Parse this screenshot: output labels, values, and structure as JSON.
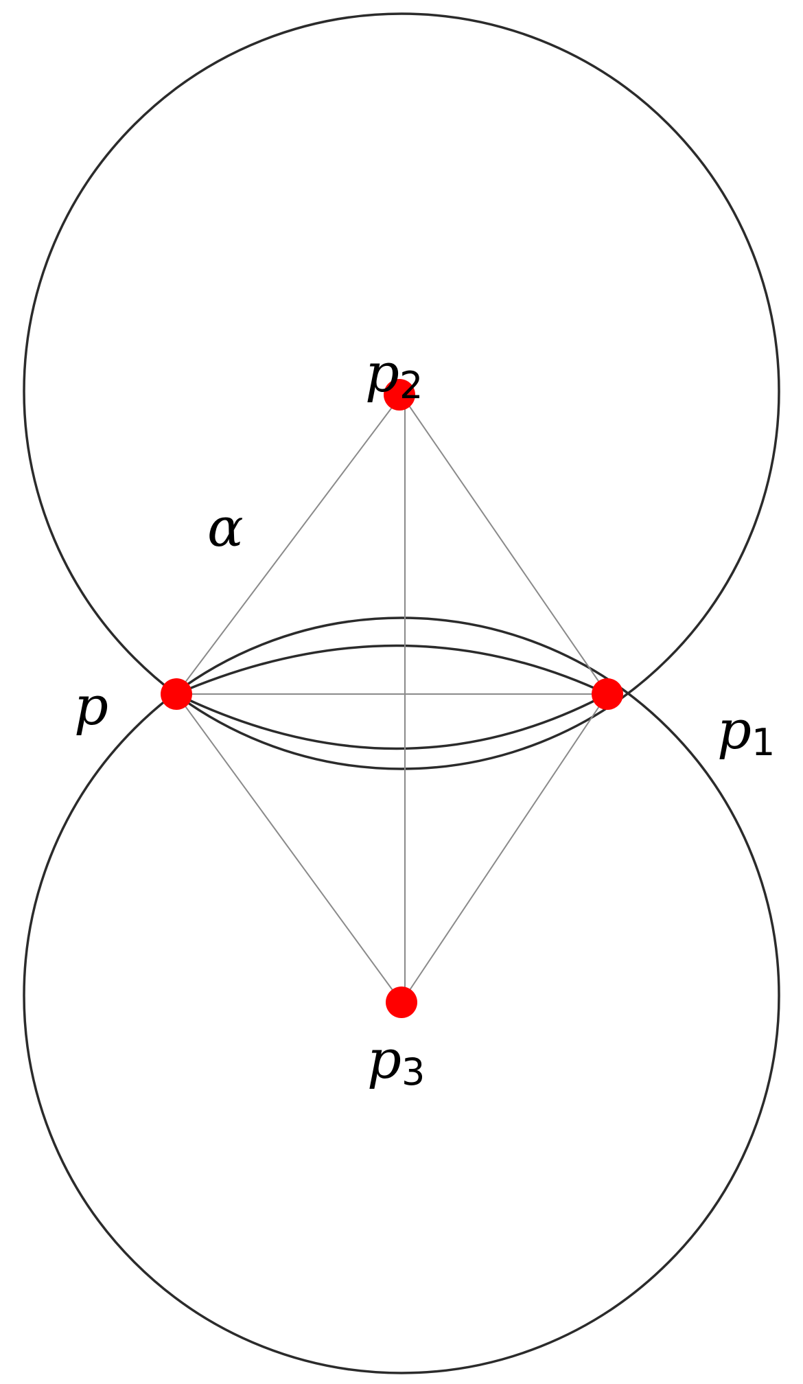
{
  "colors": {
    "point_fill": "#ff0000",
    "circle_stroke": "#2b2b2b",
    "segment_stroke": "#8a8a8a",
    "background": "#ffffff"
  },
  "labels": {
    "p": {
      "base": "p",
      "sub": ""
    },
    "p1": {
      "base": "p",
      "sub": "1"
    },
    "p2": {
      "base": "p",
      "sub": "2"
    },
    "p3": {
      "base": "p",
      "sub": "3"
    },
    "alpha": {
      "base": "α",
      "sub": ""
    }
  }
}
